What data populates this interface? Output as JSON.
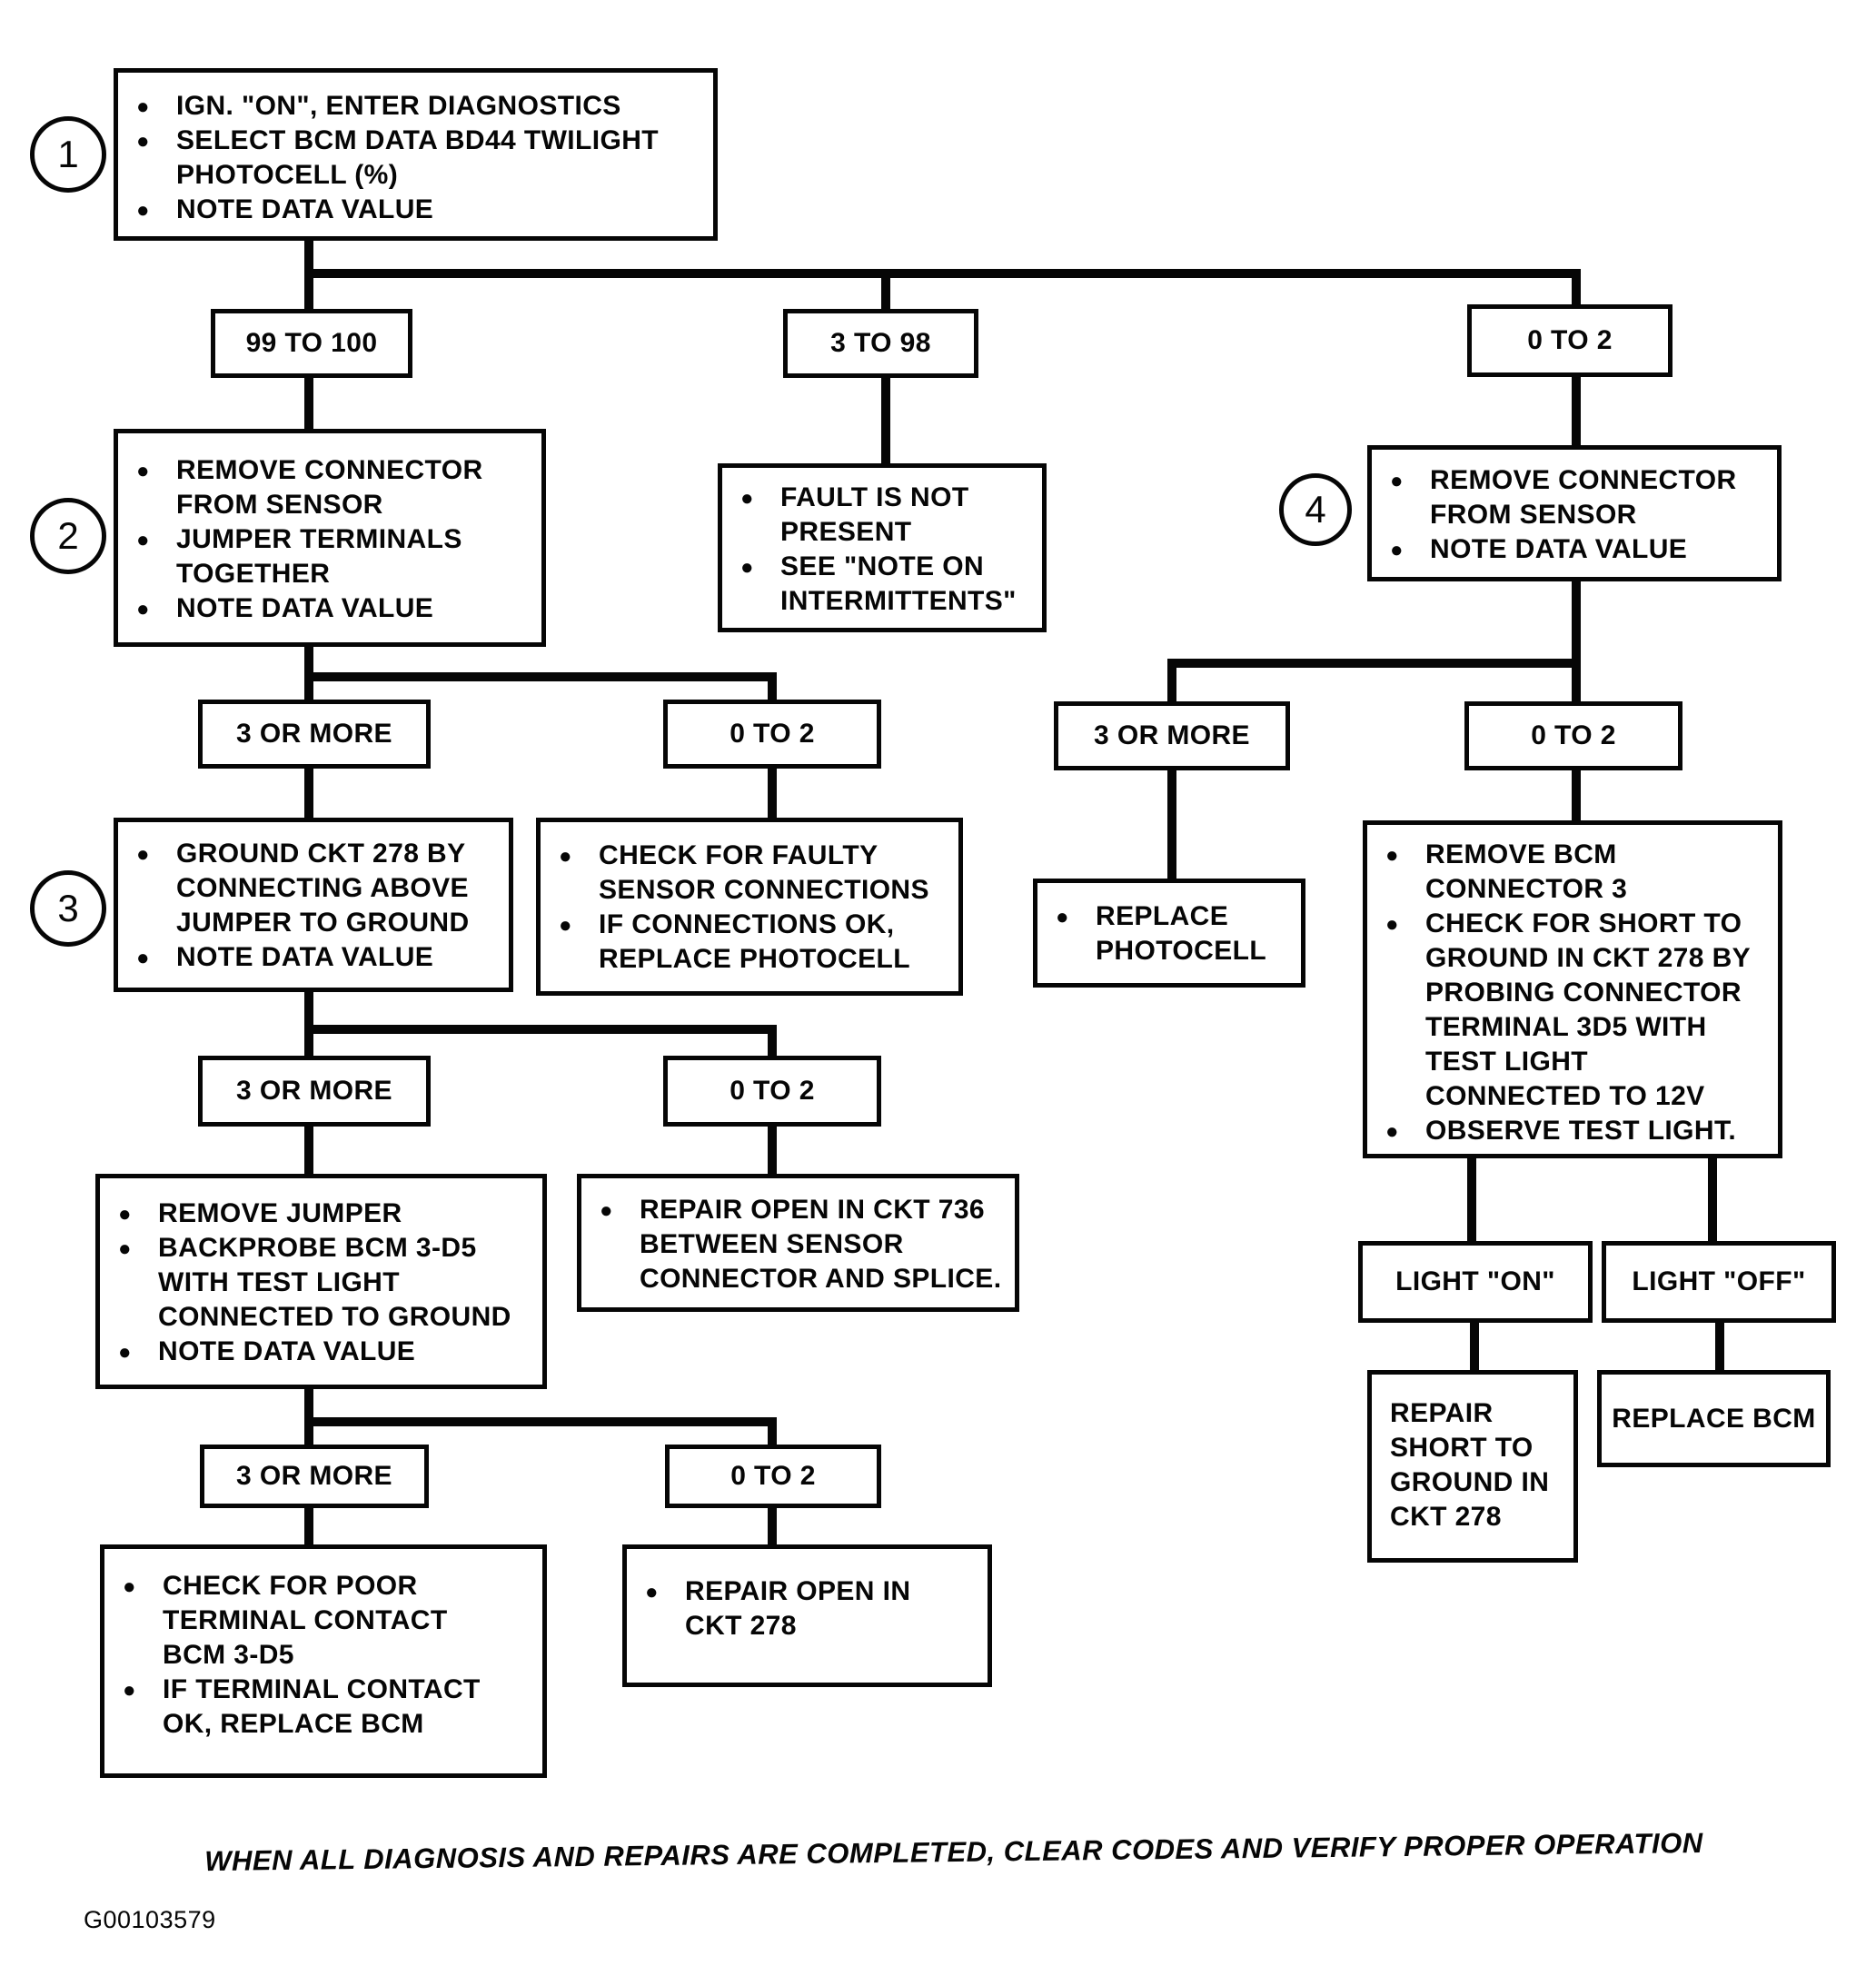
{
  "nodes": {
    "step1": {
      "step": "1",
      "lines": [
        "IGN. \"ON\", ENTER DIAGNOSTICS",
        "SELECT BCM DATA BD44 TWILIGHT",
        "PHOTOCELL (%)",
        "NOTE DATA VALUE"
      ]
    },
    "branch_99_100": {
      "label": "99 TO 100"
    },
    "branch_3_98": {
      "label": "3 TO 98"
    },
    "branch_0_2_top": {
      "label": "0 TO 2"
    },
    "step2": {
      "step": "2",
      "lines": [
        "REMOVE CONNECTOR",
        "FROM SENSOR",
        "JUMPER TERMINALS",
        "TOGETHER",
        "NOTE DATA VALUE"
      ]
    },
    "fault_not_present": {
      "lines": [
        "FAULT IS NOT",
        "PRESENT",
        "SEE \"NOTE ON",
        "INTERMITTENTS\""
      ]
    },
    "step4": {
      "step": "4",
      "lines": [
        "REMOVE CONNECTOR",
        "FROM SENSOR",
        "NOTE DATA VALUE"
      ]
    },
    "branch_3_or_more_a": {
      "label": "3 OR MORE"
    },
    "branch_0_2_a": {
      "label": "0 TO 2"
    },
    "step3": {
      "step": "3",
      "lines": [
        "GROUND CKT 278 BY",
        "CONNECTING ABOVE",
        "JUMPER TO GROUND",
        "NOTE DATA VALUE"
      ]
    },
    "check_faulty_sensor": {
      "lines": [
        "CHECK FOR FAULTY",
        "SENSOR CONNECTIONS",
        "IF CONNECTIONS OK,",
        "REPLACE PHOTOCELL"
      ]
    },
    "branch_3_or_more_right": {
      "label": "3 OR MORE"
    },
    "branch_0_2_right": {
      "label": "0 TO 2"
    },
    "replace_photocell": {
      "lines": [
        "REPLACE",
        "PHOTOCELL"
      ]
    },
    "check_short_to_ground": {
      "lines": [
        "REMOVE BCM",
        "CONNECTOR 3",
        "CHECK FOR SHORT TO",
        "GROUND IN CKT 278 BY",
        "PROBING CONNECTOR",
        "TERMINAL 3D5 WITH",
        "TEST LIGHT",
        "CONNECTED TO 12V",
        "OBSERVE TEST LIGHT."
      ]
    },
    "branch_3_or_more_b": {
      "label": "3 OR MORE"
    },
    "branch_0_2_b": {
      "label": "0 TO 2"
    },
    "remove_jumper": {
      "lines": [
        "REMOVE JUMPER",
        "BACKPROBE BCM 3-D5",
        "WITH TEST LIGHT",
        "CONNECTED TO GROUND",
        "NOTE DATA VALUE"
      ]
    },
    "repair_open_736": {
      "lines": [
        "REPAIR OPEN IN CKT 736",
        "BETWEEN SENSOR",
        "CONNECTOR AND SPLICE."
      ]
    },
    "branch_3_or_more_c": {
      "label": "3 OR MORE"
    },
    "branch_0_2_c": {
      "label": "0 TO 2"
    },
    "check_terminal_contact": {
      "lines": [
        "CHECK FOR POOR",
        "TERMINAL CONTACT",
        "BCM 3-D5",
        "IF TERMINAL CONTACT",
        "OK, REPLACE BCM"
      ]
    },
    "repair_open_278": {
      "lines": [
        "REPAIR OPEN IN",
        "CKT 278"
      ]
    },
    "light_on": {
      "label": "LIGHT \"ON\""
    },
    "light_off": {
      "label": "LIGHT \"OFF\""
    },
    "repair_short_to_ground": {
      "lines": [
        "REPAIR",
        "SHORT TO",
        "GROUND IN",
        "CKT 278"
      ]
    },
    "replace_bcm": {
      "label": "REPLACE BCM"
    }
  },
  "footer": {
    "note": "WHEN ALL DIAGNOSIS AND REPAIRS ARE COMPLETED, CLEAR CODES AND VERIFY PROPER OPERATION",
    "figure_id": "G00103579"
  }
}
